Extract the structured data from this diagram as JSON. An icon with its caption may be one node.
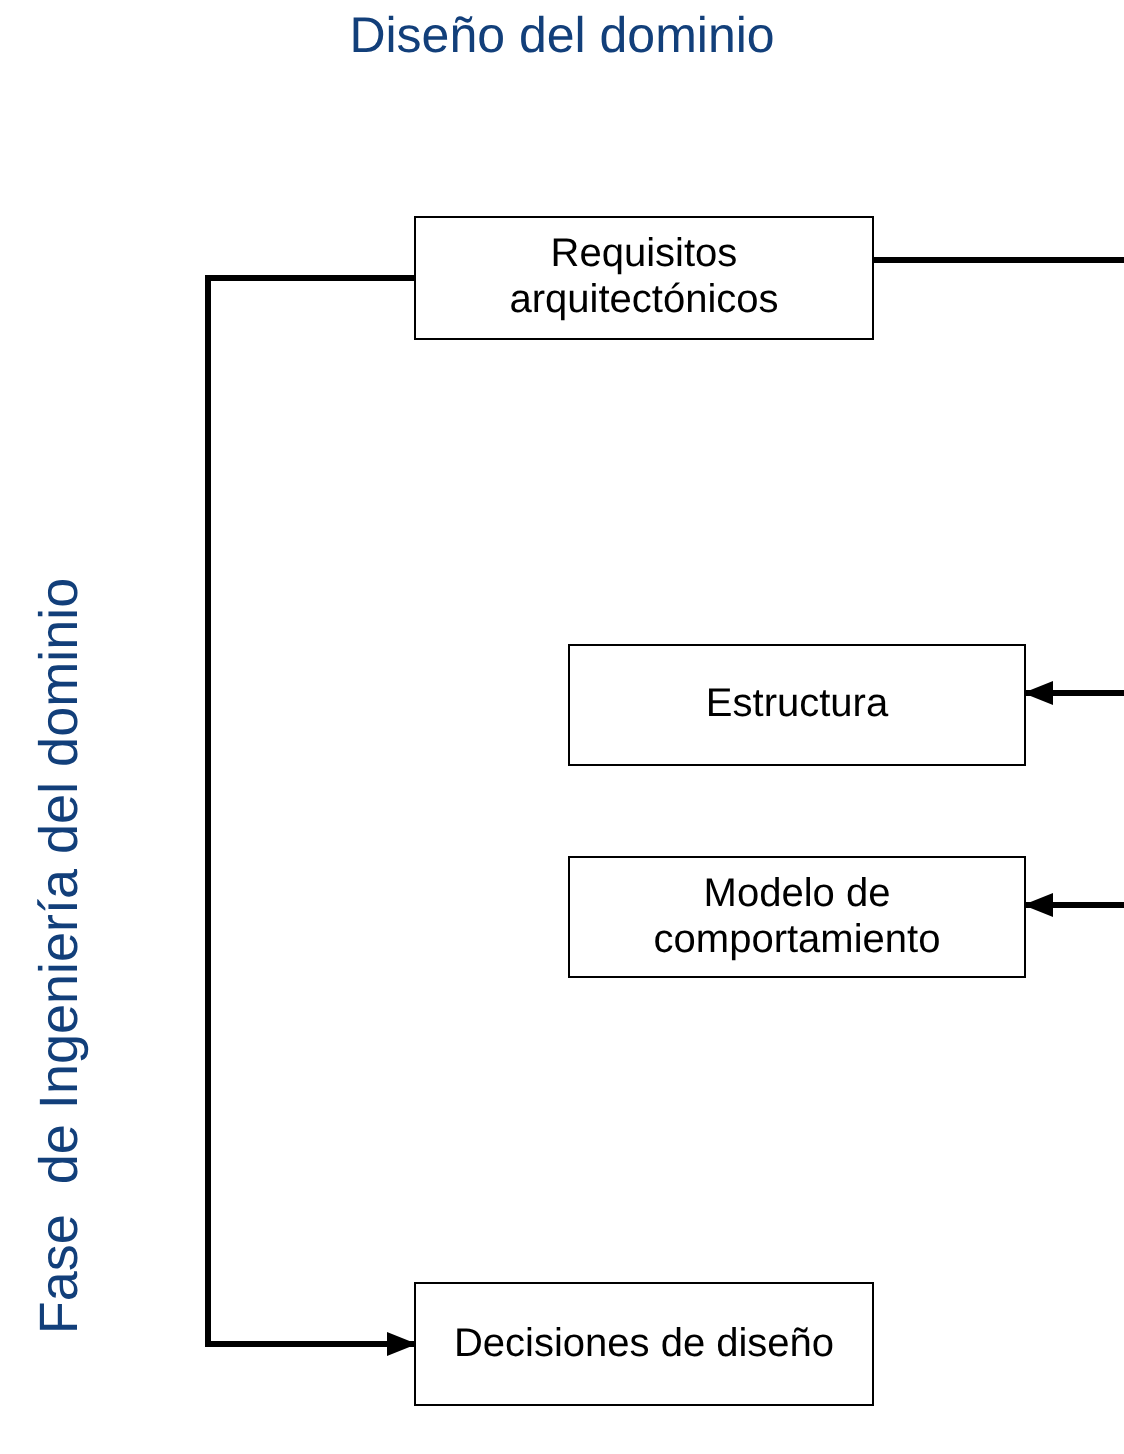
{
  "diagram": {
    "title": "Diseño del dominio",
    "nodes": [
      {
        "text": [
          "Requisitos arquitectónicos"
        ]
      },
      {
        "text": [
          "Estructura"
        ]
      },
      {
        "text": [
          "Modelo de comportamiento"
        ]
      },
      {
        "text": [
          "Decisiones de diseño"
        ]
      }
    ],
    "edges": [
      {
        "from": 0,
        "to": 3,
        "arrow": "to"
      },
      {
        "from": 0,
        "to": null,
        "arrow": "none"
      },
      {
        "from": null,
        "to": 1,
        "arrow": "to"
      },
      {
        "from": null,
        "to": 2,
        "arrow": "to"
      }
    ],
    "labels": [
      "Fase  de Ingeniería del dominio"
    ]
  }
}
